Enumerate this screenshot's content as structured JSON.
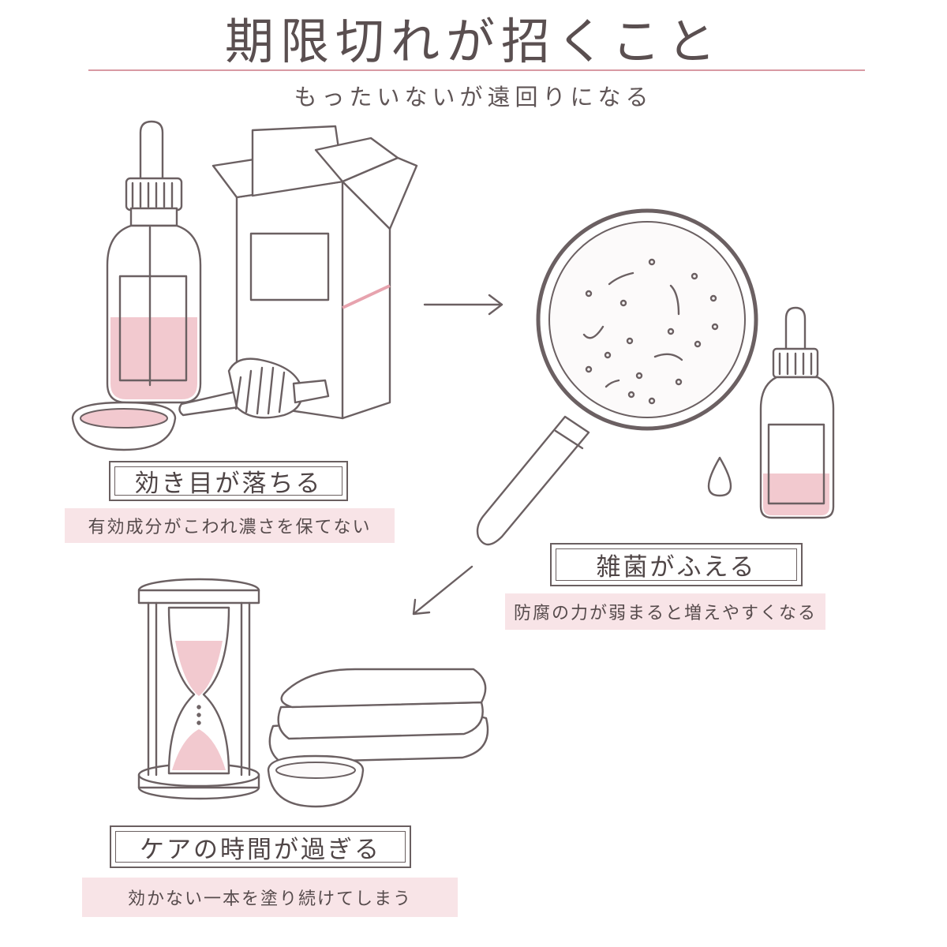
{
  "title": "期限切れが招くこと",
  "subtitle": "もったいないが遠回りになる",
  "sections": [
    {
      "label": "効き目が落ちる",
      "description": "有効成分がこわれ濃さを保てない"
    },
    {
      "label": "雑菌がふえる",
      "description": "防腐の力が弱まると増えやすくなる"
    },
    {
      "label": "ケアの時間が過ぎる",
      "description": "効かない一本を塗り続けてしまう"
    }
  ],
  "colors": {
    "line": "#6b6062",
    "accent_pink": "#f2c9cf",
    "band_pink": "#f8e4e7",
    "rule_pink": "#d89aa3"
  },
  "icons": [
    "dropper-bottle-icon",
    "open-box-icon",
    "dropper-cap-icon",
    "dish-icon",
    "magnifier-bacteria-icon",
    "small-dropper-bottle-icon",
    "droplet-icon",
    "hourglass-icon",
    "folded-towel-icon",
    "arrow-right-icon",
    "arrow-down-left-icon"
  ]
}
